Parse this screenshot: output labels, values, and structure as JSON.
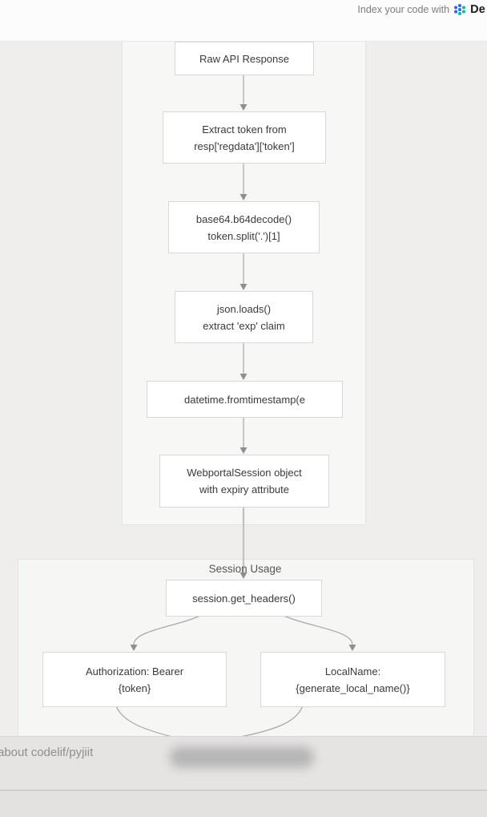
{
  "header": {
    "prefix": "Index your code with",
    "brand_visible": "De",
    "logo_colors": {
      "blue": "#2f6bdf",
      "teal": "#14b8a6"
    }
  },
  "diagram": {
    "subgraphs": [
      {
        "label": ""
      },
      {
        "label": "Session Usage"
      }
    ],
    "nodes": [
      {
        "id": "n1",
        "lines": [
          "Raw API Response"
        ]
      },
      {
        "id": "n2",
        "lines": [
          "Extract token from",
          "resp['regdata']['token']"
        ]
      },
      {
        "id": "n3",
        "lines": [
          "base64.b64decode()",
          "token.split('.')[1]"
        ]
      },
      {
        "id": "n4",
        "lines": [
          "json.loads()",
          "extract 'exp' claim"
        ]
      },
      {
        "id": "n5",
        "lines": [
          "datetime.fromtimestamp(e"
        ]
      },
      {
        "id": "n6",
        "lines": [
          "WebportalSession object",
          "with expiry attribute"
        ]
      },
      {
        "id": "n7",
        "lines": [
          "session.get_headers()"
        ]
      },
      {
        "id": "n8",
        "lines": [
          "Authorization: Bearer",
          "{token}"
        ]
      },
      {
        "id": "n9",
        "lines": [
          "LocalName:",
          "{generate_local_name()}"
        ]
      }
    ],
    "edges": [
      "n1->n2",
      "n2->n3",
      "n3->n4",
      "n4->n5",
      "n5->n6",
      "n6->n7",
      "n7->n8",
      "n7->n9",
      "n8->down",
      "n9->down"
    ],
    "colors": {
      "edge_line": "#c2c2c2",
      "edge_head": "#8f8f8f",
      "node_border": "#d8d8d8",
      "subgraph_fill": "#f7f7f6"
    }
  },
  "footer": {
    "ask_text": "about codelif/pyjiit"
  }
}
